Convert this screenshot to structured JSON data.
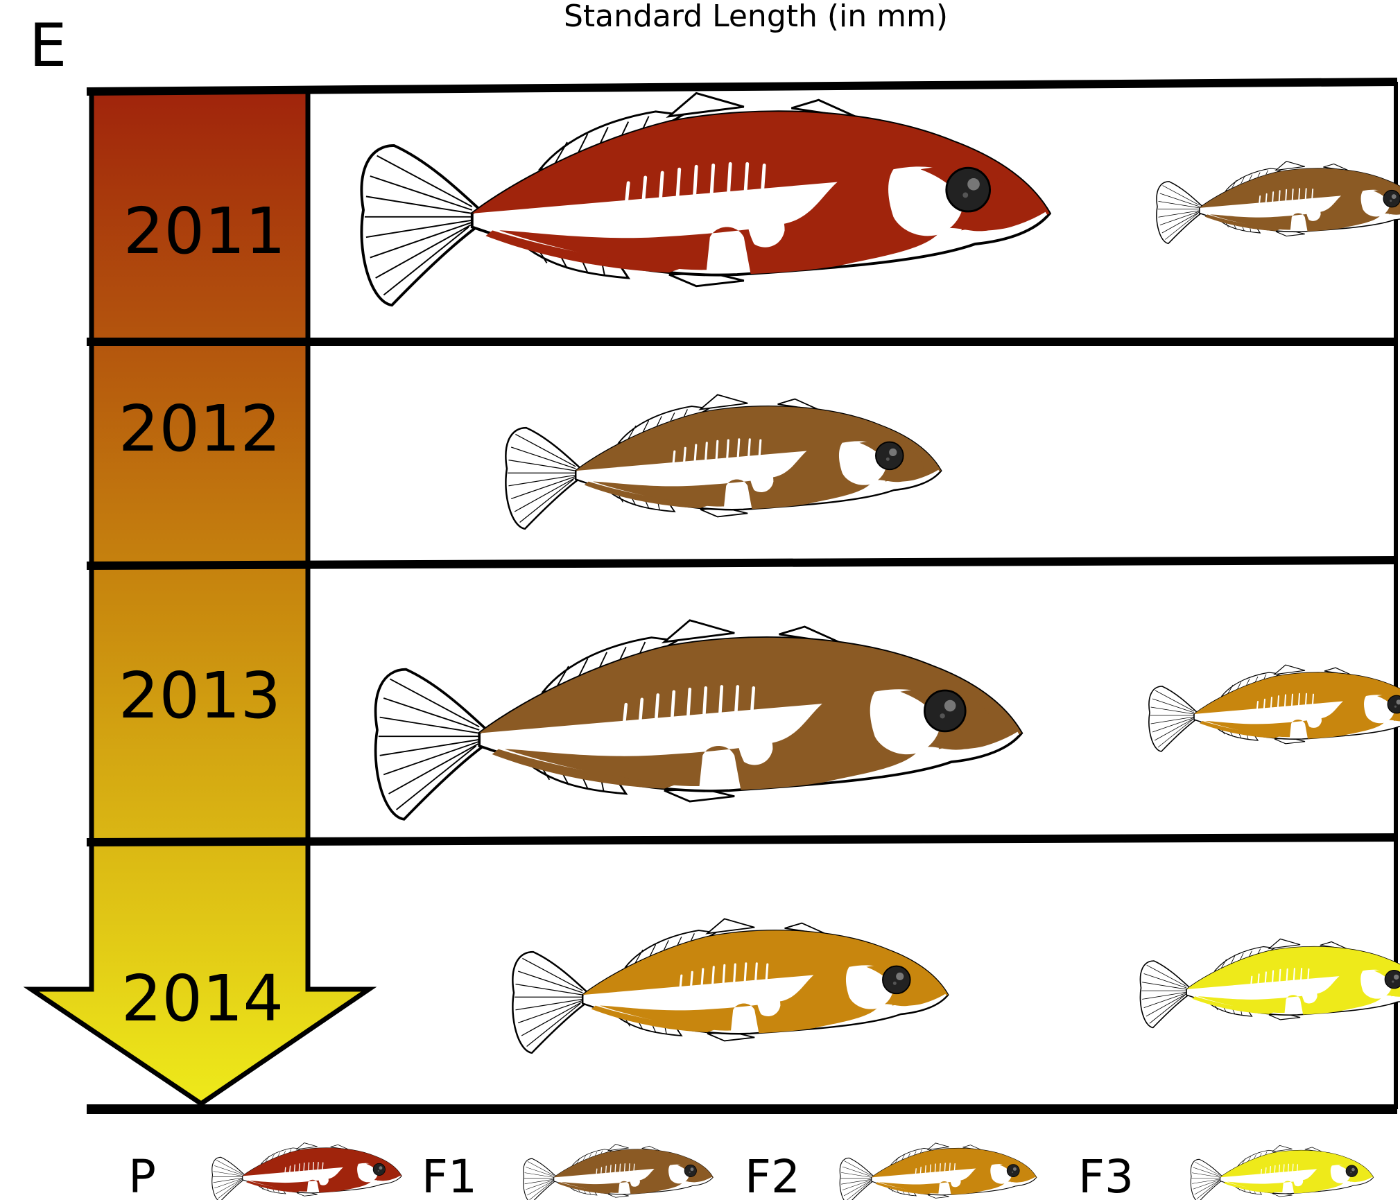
{
  "panel_letter": "E",
  "title": "Standard Length (in mm)",
  "colors": {
    "P": "#a0240c",
    "F1": "#8b5a24",
    "F2": "#c8860e",
    "F3": "#eeea1a",
    "arrow_top": "#a0240c",
    "arrow_mid": "#c8880e",
    "arrow_bottom": "#eeea1a",
    "line": "#000000",
    "fin": "#ffffff"
  },
  "years": [
    {
      "label": "2011",
      "fish": [
        {
          "generation": "P",
          "size": "large"
        },
        {
          "generation": "F1",
          "size": "small"
        }
      ]
    },
    {
      "label": "2012",
      "fish": [
        {
          "generation": "F1",
          "size": "medium"
        }
      ]
    },
    {
      "label": "2013",
      "fish": [
        {
          "generation": "F1",
          "size": "large"
        },
        {
          "generation": "F2",
          "size": "small"
        }
      ]
    },
    {
      "label": "2014",
      "fish": [
        {
          "generation": "F2",
          "size": "medium"
        },
        {
          "generation": "F3",
          "size": "small"
        }
      ]
    }
  ],
  "legend": [
    {
      "label": "P",
      "color_key": "P"
    },
    {
      "label": "F1",
      "color_key": "F1"
    },
    {
      "label": "F2",
      "color_key": "F2"
    },
    {
      "label": "F3",
      "color_key": "F3"
    }
  ]
}
